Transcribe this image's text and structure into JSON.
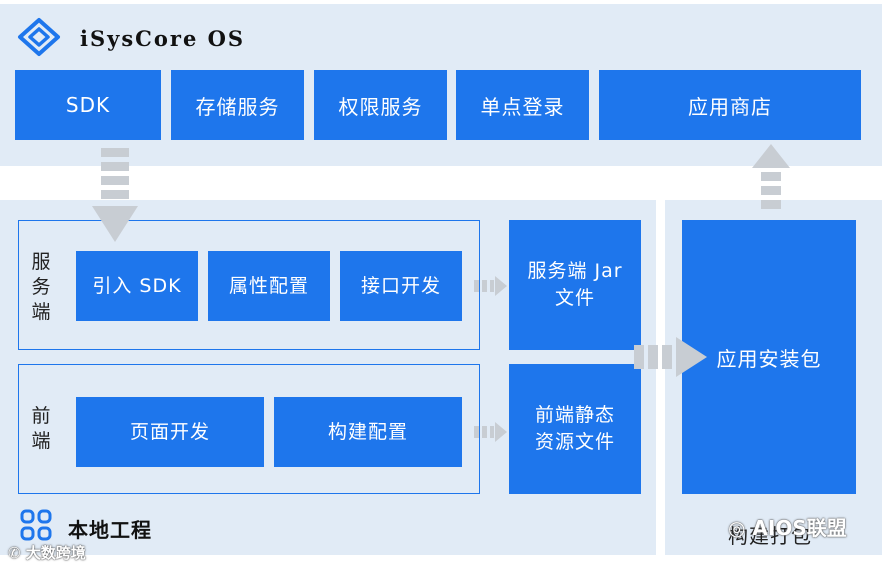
{
  "platform": {
    "title": "iSysCore OS",
    "services": [
      "SDK",
      "存储服务",
      "权限服务",
      "单点登录",
      "应用商店"
    ]
  },
  "local": {
    "title": "本地工程",
    "server": {
      "label_chars": [
        "服",
        "务",
        "端"
      ],
      "steps": [
        "引入 SDK",
        "属性配置",
        "接口开发"
      ],
      "output_lines": [
        "服务端 Jar",
        "文件"
      ]
    },
    "frontend": {
      "label_chars": [
        "前",
        "端"
      ],
      "steps": [
        "页面开发",
        "构建配置"
      ],
      "output_lines": [
        "前端静态",
        "资源文件"
      ]
    }
  },
  "package": {
    "box_label": "应用安装包",
    "footer_text": "构建打包"
  },
  "watermarks": {
    "left": "大数跨境",
    "right": "AIOS联盟"
  },
  "colors": {
    "panel": "#e1ebf6",
    "box": "#1e76ec",
    "arrow": "#c8cdd3"
  }
}
